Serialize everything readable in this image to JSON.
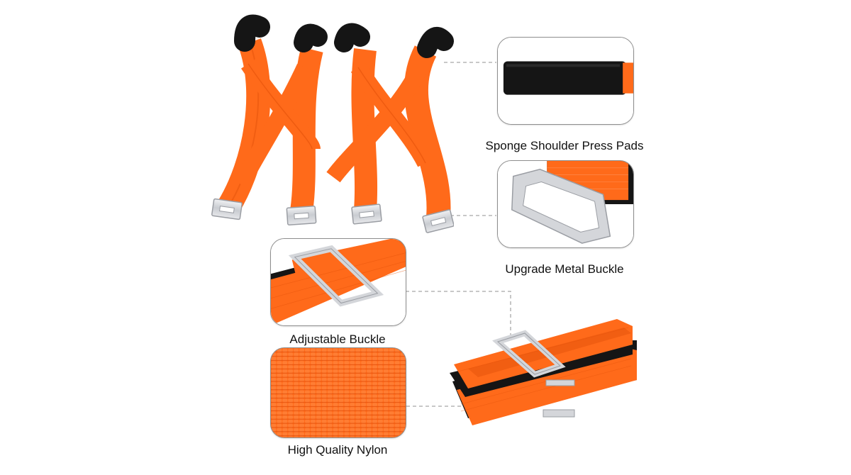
{
  "colors": {
    "strap_orange": "#ff6a1a",
    "strap_orange_dark": "#e4520a",
    "pad_black": "#151515",
    "buckle_metal": "#d4d6da",
    "panel_border": "#8e8e8e",
    "connector_dash": "#a8a8a8"
  },
  "features": {
    "shoulder_pads": {
      "label": "Sponge Shoulder Press Pads"
    },
    "metal_buckle": {
      "label": "Upgrade Metal Buckle"
    },
    "adjustable_buckle": {
      "label": "Adjustable Buckle"
    },
    "nylon": {
      "label": "High Quality Nylon"
    }
  }
}
